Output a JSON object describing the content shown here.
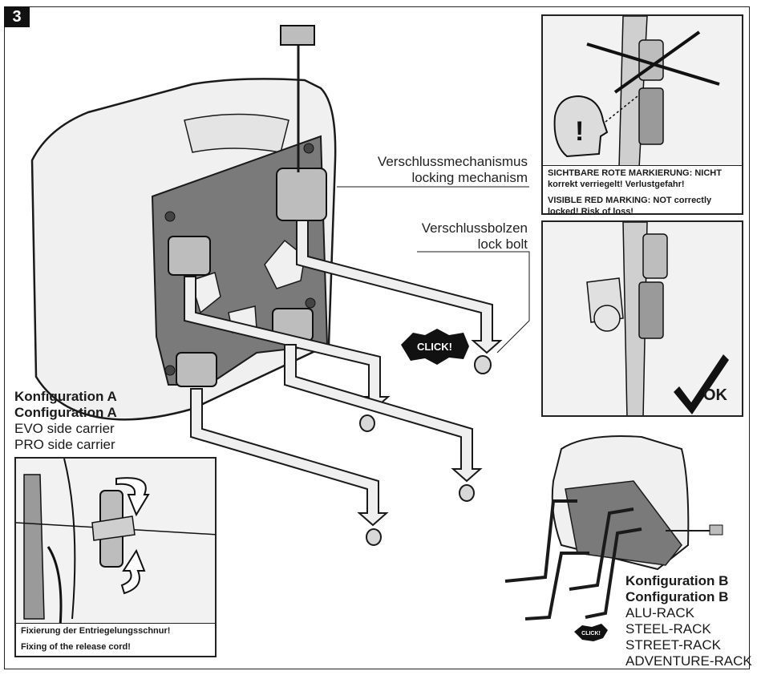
{
  "step_number": "3",
  "labels": {
    "locking_de": "Verschlussmechanismus",
    "locking_en": "locking mechanism",
    "bolt_de": "Verschlussbolzen",
    "bolt_en": "lock bolt",
    "click": "CLICK!",
    "ok": "OK"
  },
  "config_a": {
    "title_de": "Konfiguration A",
    "title_en": "Configuration A",
    "items": [
      "EVO side carrier",
      "PRO side carrier"
    ]
  },
  "config_b": {
    "title_de": "Konfiguration B",
    "title_en": "Configuration B",
    "items": [
      "ALU-RACK",
      "STEEL-RACK",
      "STREET-RACK",
      "ADVENTURE-RACK"
    ]
  },
  "warning_panel": {
    "de": "SICHTBARE ROTE MARKIERUNG: NICHT korrekt verriegelt! Verlustgefahr!",
    "en": "VISIBLE RED MARKING: NOT correctly locked! Risk of loss!"
  },
  "cord_panel": {
    "de": "Fixierung der Entriegelungsschnur!",
    "en": "Fixing of the release cord!"
  },
  "colors": {
    "plate": "#7a7a7a",
    "case": "#f0f0f0",
    "line": "#1a1a1a"
  }
}
